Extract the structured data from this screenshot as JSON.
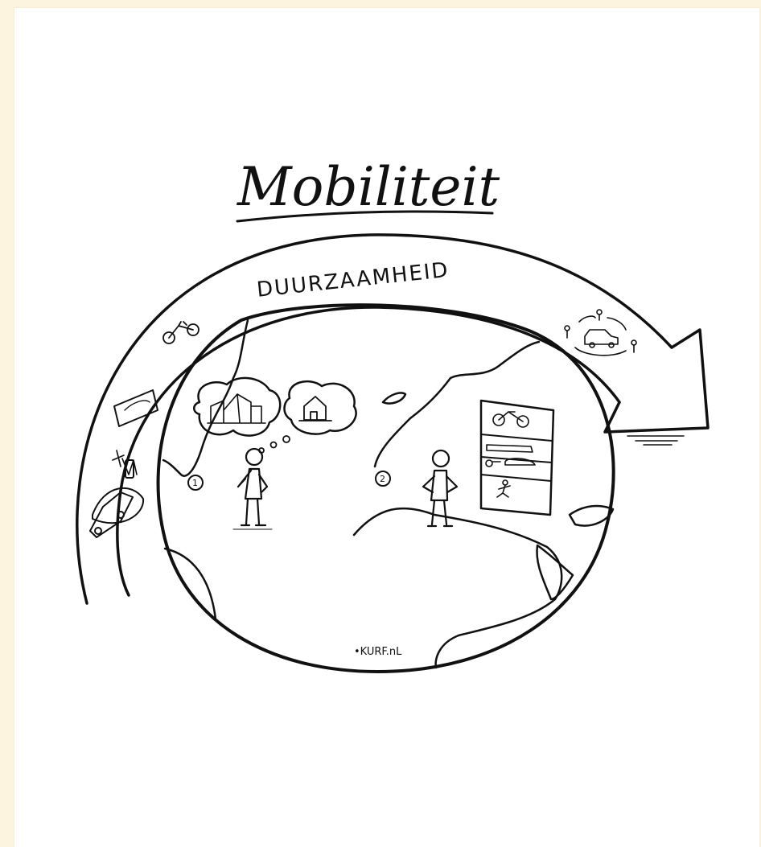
{
  "illustration": {
    "title": "Mobiliteit",
    "arrow_label": "DUURZAAMHEID",
    "signature": "•KURF.nL",
    "markers": [
      "1",
      "2"
    ],
    "icons": [
      "bicycle-icon",
      "credit-card-icon",
      "charging-station-icon",
      "electric-car-icon",
      "carpool-route-icon",
      "city-thought-icon",
      "house-thought-icon",
      "thinking-person-icon",
      "person-icon",
      "transport-options-board-icon"
    ],
    "colors": {
      "page_background": "#fcf4de",
      "paper": "#ffffff",
      "ink": "#111111"
    }
  }
}
